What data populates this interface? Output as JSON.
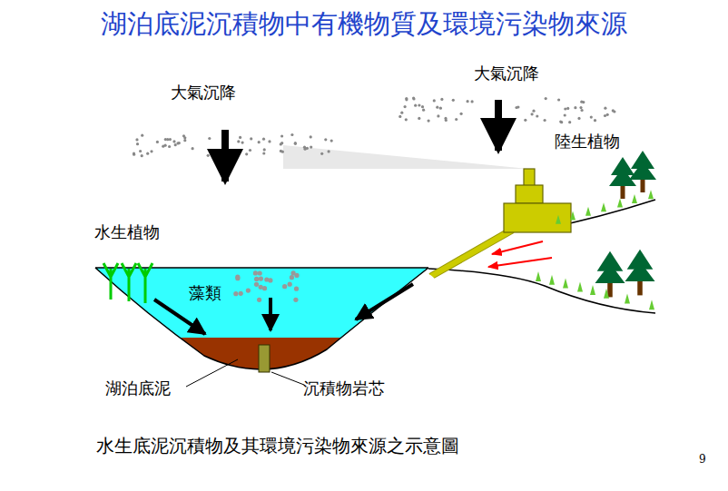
{
  "diagram": {
    "title": "湖泊底泥沉積物中有機物質及環境污染物來源",
    "caption": "水生底泥沉積物及其環境污染物來源之示意圖",
    "labels": [
      "大氣沉降",
      "大氣沉降",
      "陸生植物",
      "水生植物",
      "藻類",
      "湖泊底泥",
      "沉積物岩芯",
      "9"
    ]
  }
}
